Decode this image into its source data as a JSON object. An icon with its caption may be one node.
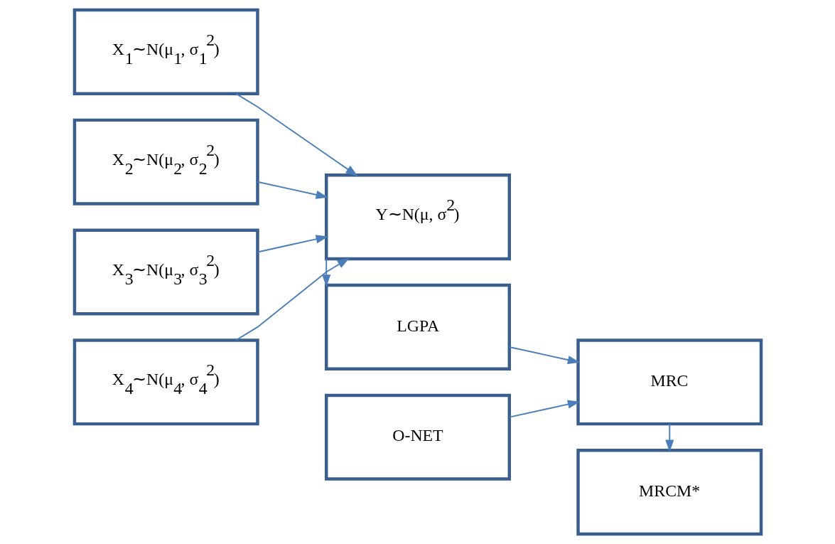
{
  "diagram": {
    "nodes": [
      {
        "text": [
          "X$_{1}$∼N(μ$_{1}$, σ$_{1}$$^{2}$)"
        ]
      },
      {
        "text": [
          "X$_{2}$∼N(μ$_{2}$, σ$_{2}$$^{2}$)"
        ]
      },
      {
        "text": [
          "X$_{3}$∼N(μ$_{3}$, σ$_{3}$$^{2}$)"
        ]
      },
      {
        "text": [
          "X$_{4}$∼N(μ$_{4}$, σ$_{4}$$^{2}$)"
        ]
      },
      {
        "text": [
          "Y∼N(μ, σ$^{2}$)"
        ]
      },
      {
        "text": [
          "LGPA"
        ]
      },
      {
        "text": [
          "O-NET"
        ]
      },
      {
        "text": [
          "MRC"
        ]
      },
      {
        "text": [
          "MRCM*"
        ]
      }
    ],
    "edges": [
      {
        "from": 0,
        "to": 4,
        "arrow": "to"
      },
      {
        "from": 1,
        "to": 4,
        "arrow": "to"
      },
      {
        "from": 2,
        "to": 4,
        "arrow": "to"
      },
      {
        "from": 3,
        "to": 4,
        "arrow": "to"
      },
      {
        "from": 4,
        "to": 5,
        "arrow": "to"
      },
      {
        "from": 5,
        "to": 7,
        "arrow": "to"
      },
      {
        "from": 6,
        "to": 7,
        "arrow": "to"
      },
      {
        "from": 7,
        "to": 8,
        "arrow": "to"
      }
    ]
  }
}
